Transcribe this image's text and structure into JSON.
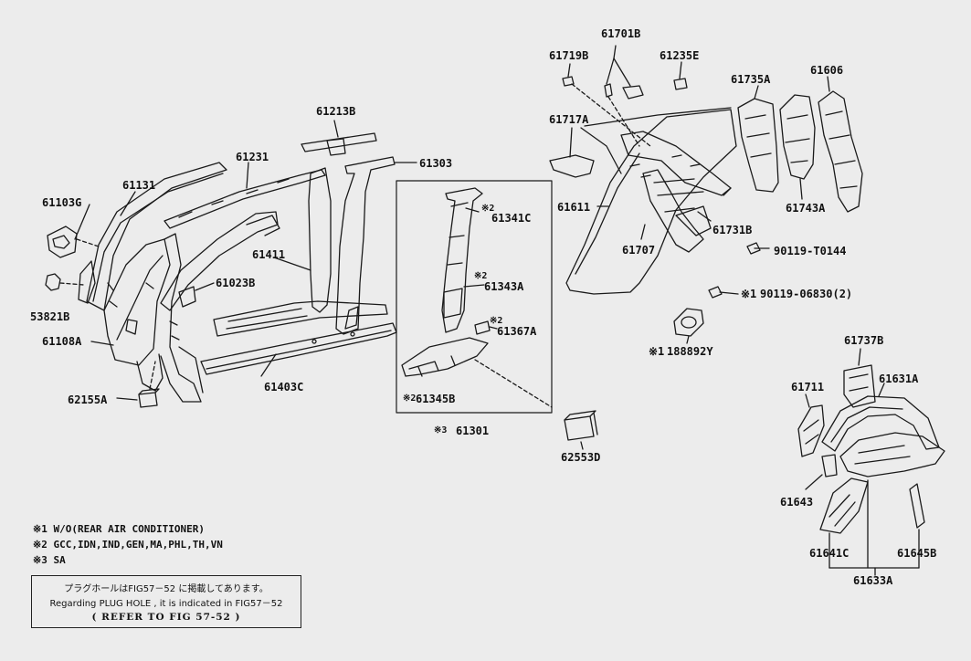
{
  "labels": {
    "p61103G": "61103G",
    "p61131": "61131",
    "p53821B": "53821B",
    "p61108A": "61108A",
    "p62155A": "62155A",
    "p61231": "61231",
    "p61213B": "61213B",
    "p61303": "61303",
    "p61411": "61411",
    "p61023B": "61023B",
    "p61403C": "61403C",
    "p61341C": "61341C",
    "p61343A": "61343A",
    "p61367A": "61367A",
    "p61345B": "61345B",
    "p61301": "61301",
    "p62553D": "62553D",
    "p61719B": "61719B",
    "p61701B": "61701B",
    "p61235E": "61235E",
    "p61735A": "61735A",
    "p61606": "61606",
    "p61717A": "61717A",
    "p61611": "61611",
    "p61707": "61707",
    "p61731B": "61731B",
    "p61743A": "61743A",
    "p90119T0144": "90119-T0144",
    "p9011906830": "90119-06830(2)",
    "p188892Y": "188892Y",
    "p61737B": "61737B",
    "p61711": "61711",
    "p61631A": "61631A",
    "p61643": "61643",
    "p61641C": "61641C",
    "p61645B": "61645B",
    "p61633A": "61633A"
  },
  "marks": {
    "m1": "※1",
    "m2": "※2",
    "m3": "※3"
  },
  "legend": {
    "line1": "※1 W/O(REAR AIR CONDITIONER)",
    "line2": "※2 GCC,IDN,IND,GEN,MA,PHL,TH,VN",
    "line3": "※3 SA"
  },
  "note_box": {
    "line_jp": "プラグホールはFIG57－52 に掲載してあります。",
    "line_en": "Regarding  PLUG HOLE , it is indicated  in  FIG57－52",
    "refer": "( REFER TO FIG 57-52  )"
  }
}
